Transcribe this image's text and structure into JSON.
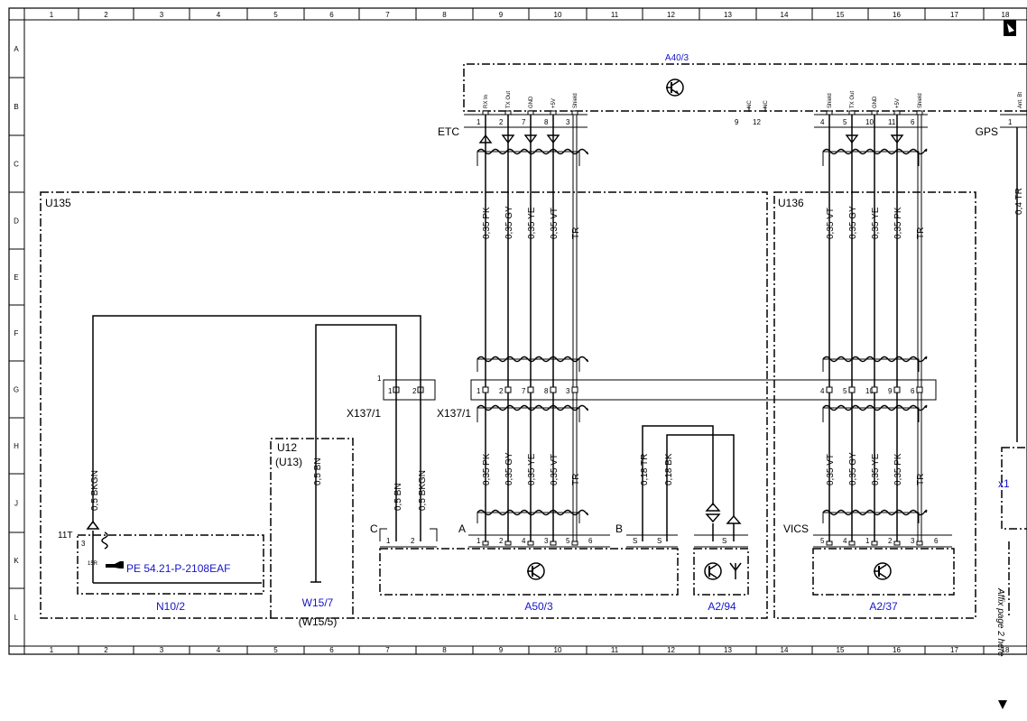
{
  "frame": {
    "columns": [
      "1",
      "2",
      "3",
      "4",
      "5",
      "6",
      "7",
      "8",
      "9",
      "10",
      "11",
      "12",
      "13",
      "14",
      "15",
      "16",
      "17",
      "18"
    ],
    "rows": [
      "A",
      "B",
      "C",
      "D",
      "E",
      "F",
      "G",
      "H",
      "J",
      "K",
      "L"
    ]
  },
  "components": {
    "a40_3": "A40/3",
    "a50_3": "A50/3",
    "a2_94": "A2/94",
    "a2_37": "A2/37",
    "n10_2": "N10/2",
    "u135": "U135",
    "u136": "U136",
    "u12": "U12",
    "u13": "(U13)",
    "w15_7": "W15/7",
    "w15_5": "(W15/5)",
    "x137_1": "X137/1",
    "x1": "x1"
  },
  "group_labels": {
    "etc": "ETC",
    "gps": "GPS",
    "vics": "VICS",
    "conn_a": "A",
    "conn_b": "B",
    "conn_c": "C",
    "t11": "11T",
    "t15r": "15R",
    "x137_pin_ref": "1"
  },
  "a40_pins": {
    "etc_signals": [
      "RX In",
      "TX Out",
      "GND",
      "+5V",
      "Shield"
    ],
    "etc_numbers": [
      "1",
      "2",
      "7",
      "8",
      "3"
    ],
    "nc_signals": [
      "NC",
      "NC"
    ],
    "nc_numbers": [
      "9",
      "12"
    ],
    "vics_signals": [
      "Shield",
      "TX Out",
      "GND",
      "+5V",
      "Shield"
    ],
    "vics_numbers": [
      "4",
      "5",
      "10",
      "11",
      "6"
    ],
    "gps_number": "1",
    "gps_signal": "Ant. Bt"
  },
  "wires": {
    "etc": [
      "0,35 PK",
      "0,35 GY",
      "0,35 YE",
      "0,35 VT",
      "TR"
    ],
    "vics": [
      "0,35 VT",
      "0,35 GY",
      "0,35 YE",
      "0,35 PK",
      "TR"
    ],
    "a2_94": [
      "0,18 TR",
      "0,18 BK"
    ],
    "n10": "0,5 BKGN",
    "w15": "0,5 BN",
    "x137_left": [
      "0,5 BN",
      "0,5 BKGN"
    ],
    "gps_partial": "0,4 TR"
  },
  "x137_pins": {
    "left_numbers": [
      "1",
      "2"
    ],
    "etc_numbers": [
      "1",
      "2",
      "7",
      "8",
      "3"
    ],
    "vics_numbers": [
      "4",
      "5",
      "10",
      "9",
      "6"
    ]
  },
  "a50_pins": {
    "c_numbers": [
      "1",
      "2"
    ],
    "a_numbers": [
      "1",
      "2",
      "4",
      "3",
      "5",
      "6"
    ],
    "b_numbers": [
      "S",
      "S"
    ]
  },
  "a2_94_pins": [
    "S"
  ],
  "a2_37_pins": [
    "5",
    "4",
    "1",
    "2",
    "3",
    "6"
  ],
  "n10_pins": [
    "3"
  ],
  "reference": {
    "text": "PE 54.21-P-2108EAF"
  },
  "margin_note": "Affix page 2 here",
  "colors": {
    "line": "#000000",
    "label_blue": "#1515c8",
    "background": "#ffffff"
  },
  "icons": [
    "transistor-icon",
    "antenna-icon",
    "hand-pointer-icon",
    "page-corner-icon"
  ]
}
